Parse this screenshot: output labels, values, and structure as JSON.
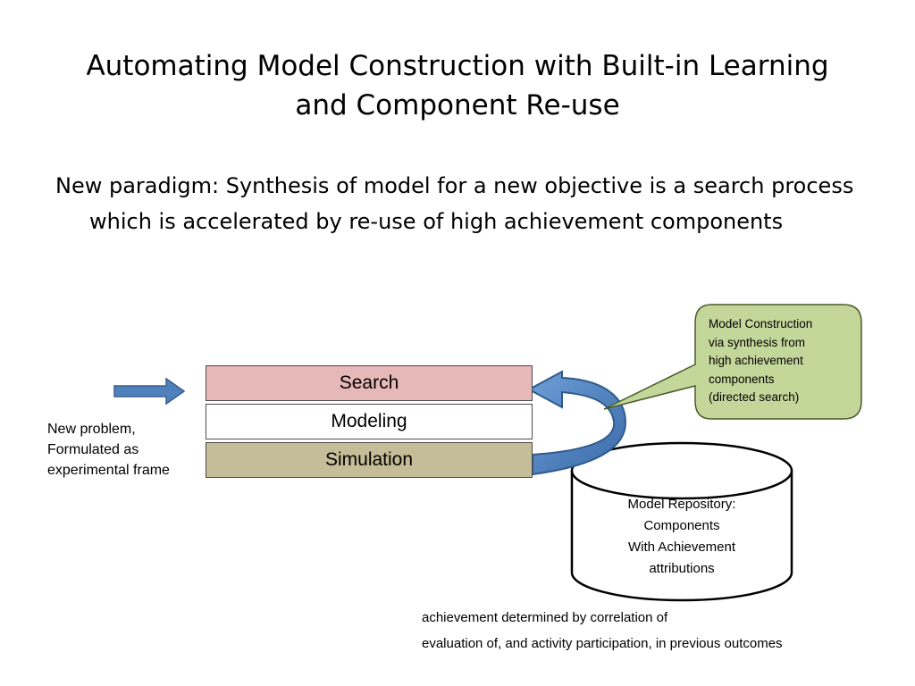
{
  "title": {
    "line1": "Automating Model Construction with Built-in Learning",
    "line2": "and Component Re-use"
  },
  "bullet": "New paradigm:  Synthesis of model for a new objective is a search process which is accelerated by  re-use of high achievement components",
  "stack": {
    "search": "Search",
    "modeling": "Modeling",
    "simulation": "Simulation"
  },
  "problem_label": "New problem, Formulated as experimental frame",
  "callout": {
    "line1": "Model  Construction",
    "line2": "via synthesis from",
    "line3": "high achievement",
    "line4": "components",
    "line5": "(directed search)"
  },
  "repository": {
    "line1": "Model Repository:",
    "line2": "Components",
    "line3": "With Achievement",
    "line4": "attributions"
  },
  "footnote": {
    "line1": "achievement  determined by correlation of",
    "line2": "evaluation of,  and activity participation,  in  previous outcomes"
  },
  "colors": {
    "search_fill": "#e6b8b7",
    "simulation_fill": "#c4bd97",
    "callout_fill": "#c4d79b",
    "arrow_fill": "#4f81bd"
  }
}
